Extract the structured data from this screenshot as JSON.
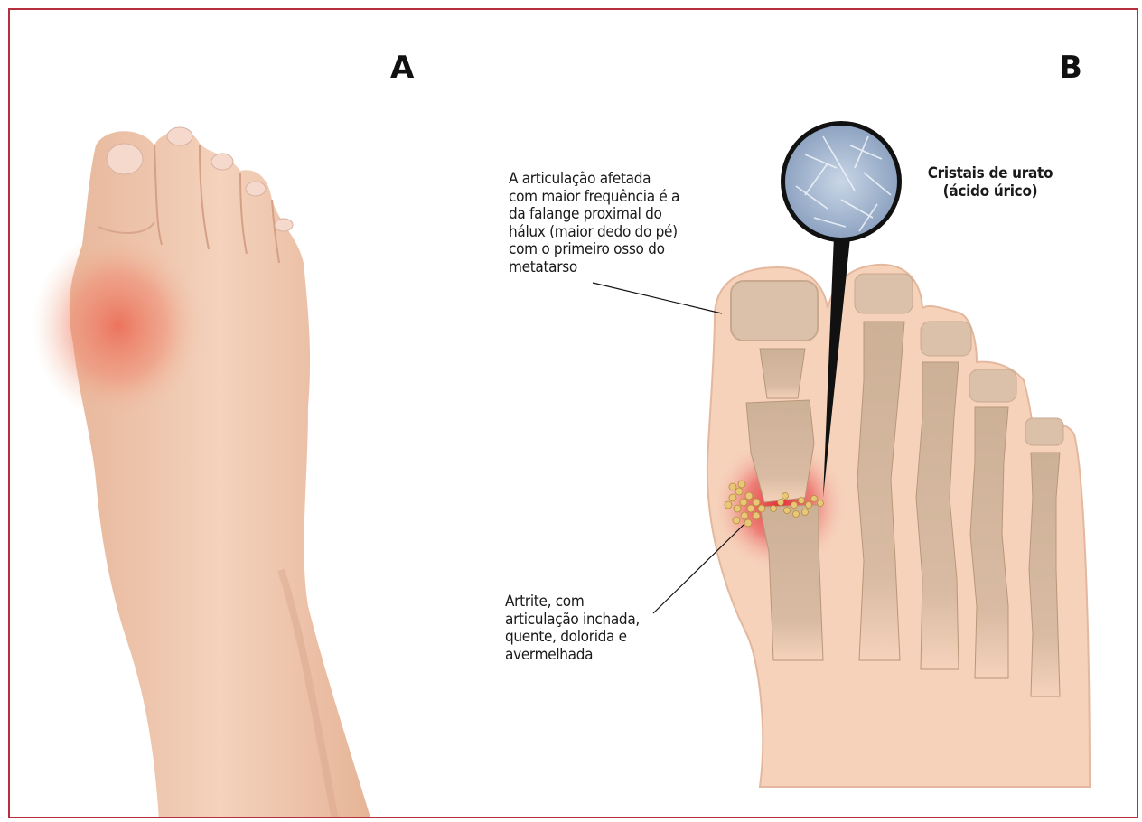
{
  "panels": {
    "a_label": "A",
    "b_label": "B"
  },
  "annotations": {
    "crystals_lines": [
      "Cristais de urato",
      "(ácido úrico)"
    ],
    "joint_lines": [
      "A articulação afetada",
      "com maior frequência é a",
      "da falange proximal do",
      "hálux (maior dedo do pé)",
      "com o primeiro osso do",
      "metatarso"
    ],
    "arthritis_lines": [
      "Artrite, com",
      "articulação inchada,",
      "quente, dolorida e",
      "avermelhada"
    ]
  },
  "colors": {
    "border": "#b5303f",
    "skin_photo": "#f2c8ad",
    "skin_diagram": "#f6d2bb",
    "bone": "#cdb197",
    "inflammation": "#e1262d",
    "urate_crystal": "#e8c777"
  }
}
